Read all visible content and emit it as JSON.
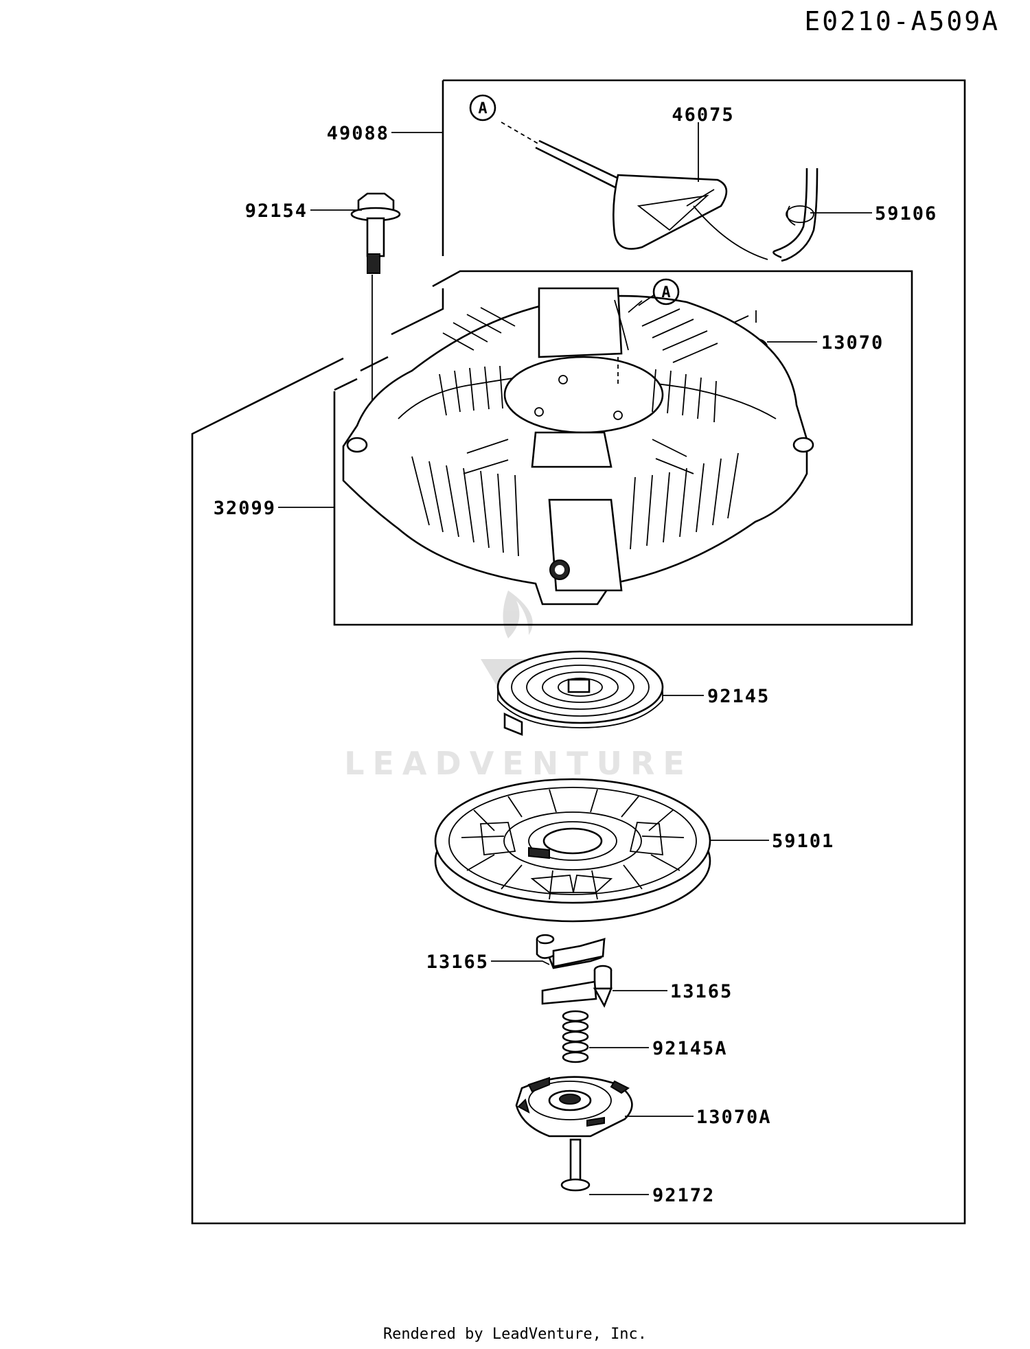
{
  "diagram_code": "E0210-A509A",
  "footer": "Rendered by LeadVenture, Inc.",
  "watermark": "LEADVENTURE",
  "reference_marks": [
    "A",
    "A"
  ],
  "callouts": [
    {
      "id": "49088",
      "part": "recoil-starter-assembly"
    },
    {
      "id": "46075",
      "part": "handle"
    },
    {
      "id": "59106",
      "part": "starter-rope"
    },
    {
      "id": "92154",
      "part": "bolt"
    },
    {
      "id": "13070",
      "part": "guide"
    },
    {
      "id": "32099",
      "part": "starter-case"
    },
    {
      "id": "92145",
      "part": "recoil-spring"
    },
    {
      "id": "59101",
      "part": "reel"
    },
    {
      "id": "13165",
      "part": "ratchet-left"
    },
    {
      "id": "13165",
      "part": "ratchet-right"
    },
    {
      "id": "92145A",
      "part": "ratchet-spring"
    },
    {
      "id": "13070A",
      "part": "ratchet-guide"
    },
    {
      "id": "92172",
      "part": "screw"
    }
  ]
}
